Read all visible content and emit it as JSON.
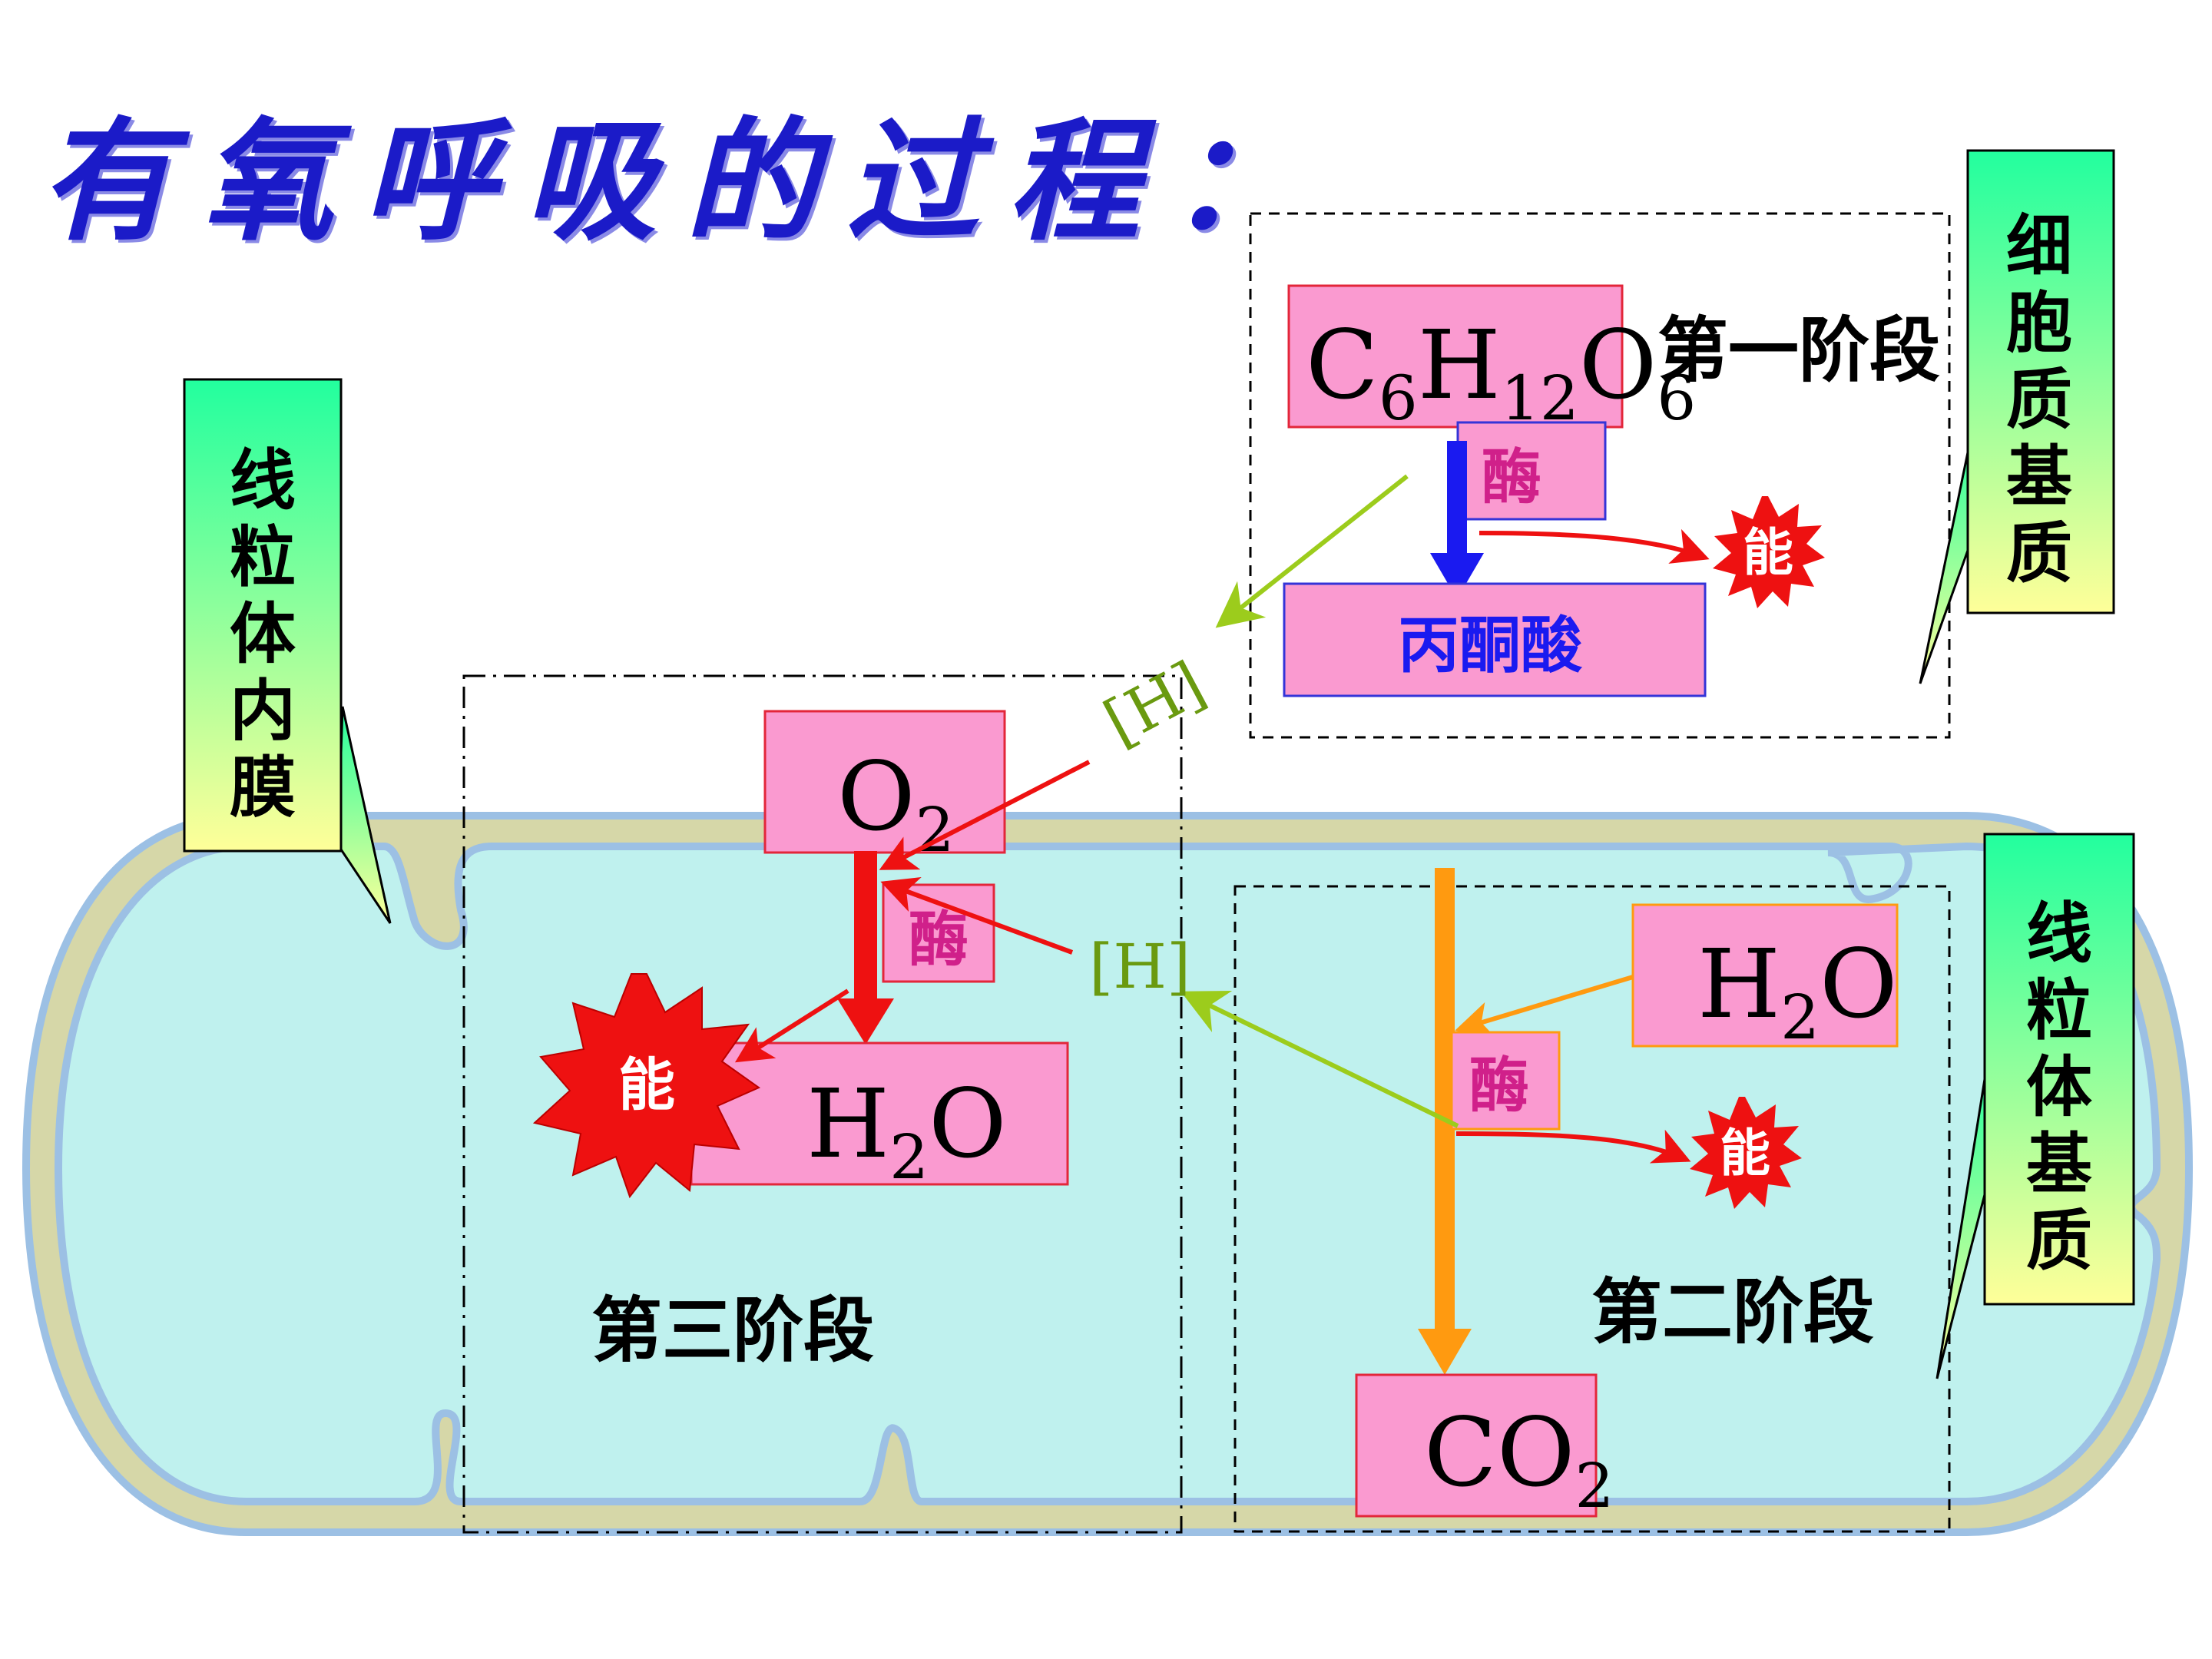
{
  "title": "有氧呼吸的过程：",
  "colors": {
    "title_blue": "#1b1bc8",
    "pink_box": "#fa9ad0",
    "box_border_red": "#e3263a",
    "box_border_blue": "#3434d8",
    "enzyme_text": "#d0208a",
    "matrix_fill": "#bff1ee",
    "membrane": "#d6d7a8",
    "membrane_edge": "#9cc0e4",
    "green_arrow": "#9ccc1c",
    "h_label": "#6a9a10",
    "red_arrow": "#ee1111",
    "blue_arrow": "#1a1af0",
    "orange_arrow": "#ff9a10",
    "callout_top": "#22ff9e",
    "callout_bottom": "#ffff99"
  },
  "callouts": {
    "inner_membrane": [
      "线",
      "粒",
      "体",
      "内",
      "膜"
    ],
    "cytoplasm_matrix": [
      "细",
      "胞",
      "质",
      "基",
      "质"
    ],
    "mito_matrix": [
      "线",
      "粒",
      "体",
      "基",
      "质"
    ]
  },
  "stage1": {
    "label": "第一阶段",
    "glucose": {
      "base": [
        "C",
        "H",
        "O"
      ],
      "subs": [
        "6",
        "12",
        "6"
      ]
    },
    "enzyme": "酶",
    "product": "丙酮酸",
    "energy": "能"
  },
  "stage2": {
    "label": "第二阶段",
    "water": {
      "base": [
        "H",
        "O"
      ],
      "sub": "2"
    },
    "enzyme": "酶",
    "energy": "能",
    "co2": {
      "base": [
        "CO"
      ],
      "sub": "2"
    }
  },
  "stage3": {
    "label": "第三阶段",
    "oxygen": {
      "base": [
        "O"
      ],
      "sub": "2"
    },
    "enzyme": "酶",
    "water": {
      "base": [
        "H",
        "O"
      ],
      "sub": "2"
    },
    "energy": "能"
  },
  "hydrogen_labels": [
    "[H]",
    "[H]"
  ]
}
